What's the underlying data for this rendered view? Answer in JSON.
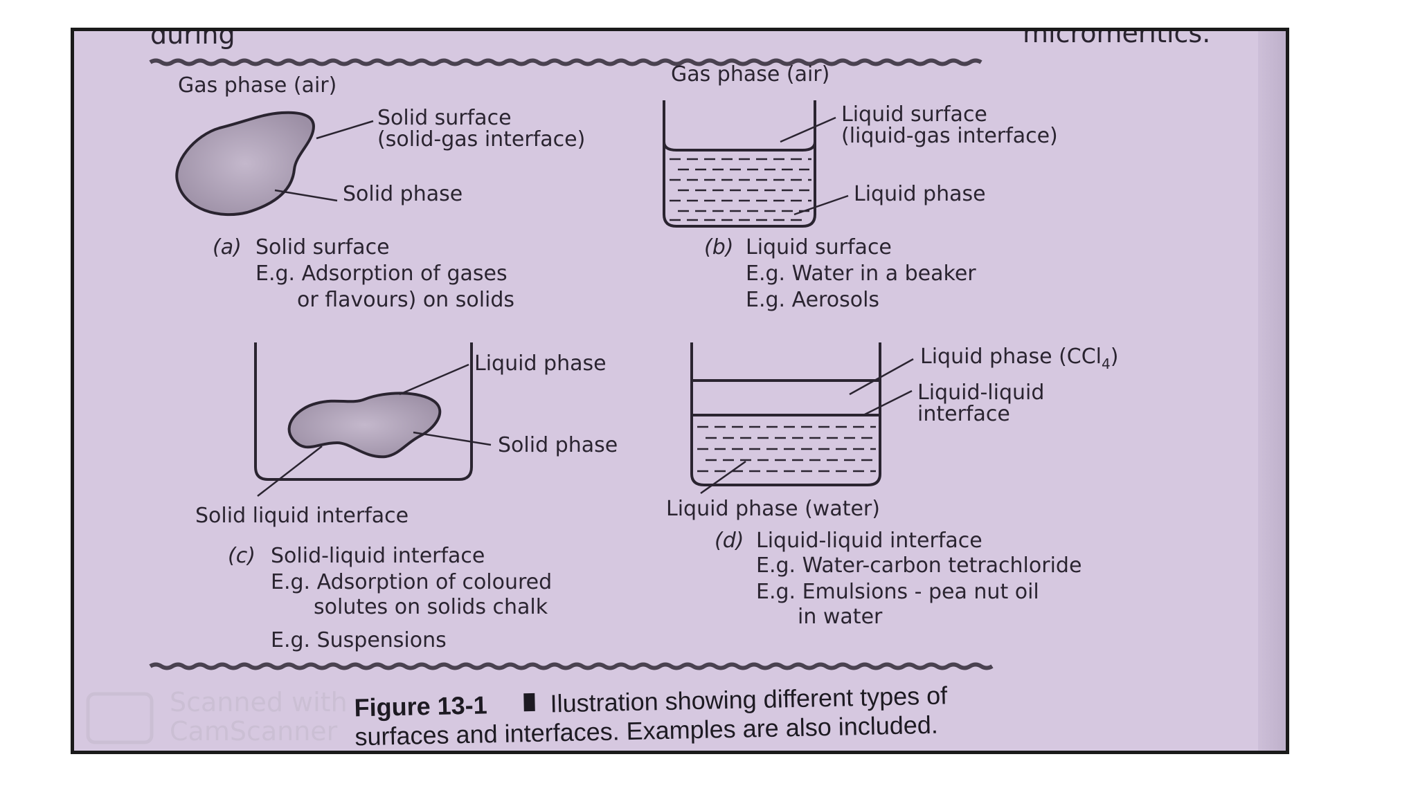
{
  "header_fragment": {
    "left": "during",
    "right": "micromeritics."
  },
  "panel_a": {
    "gas_label": "Gas phase (air)",
    "surface_label_1": "Solid surface",
    "surface_label_2": "(solid-gas interface)",
    "phase_label": "Solid phase",
    "caption_letter": "(a)",
    "caption_title": "Solid surface",
    "example_1": "E.g. Adsorption of gases",
    "example_2": "or flavours) on solids"
  },
  "panel_b": {
    "gas_label": "Gas phase (air)",
    "surface_label_1": "Liquid surface",
    "surface_label_2": "(liquid-gas interface)",
    "phase_label": "Liquid phase",
    "caption_letter": "(b)",
    "caption_title": "Liquid surface",
    "example_1": "E.g. Water in a beaker",
    "example_2": "E.g. Aerosols"
  },
  "panel_c": {
    "liquid_label": "Liquid phase",
    "solid_label": "Solid phase",
    "interface_label": "Solid liquid interface",
    "caption_letter": "(c)",
    "caption_title": "Solid-liquid interface",
    "example_1": "E.g. Adsorption of coloured",
    "example_2": "solutes on solids chalk",
    "example_3": "E.g. Suspensions"
  },
  "panel_d": {
    "top_label_prefix": "Liquid phase (CCl",
    "top_label_sub": "4",
    "top_label_suffix": ")",
    "interface_label_1": "Liquid-liquid",
    "interface_label_2": "interface",
    "bottom_label": "Liquid phase (water)",
    "caption_letter": "(d)",
    "caption_title": "Liquid-liquid interface",
    "example_1": "E.g. Water-carbon tetrachloride",
    "example_2": "E.g. Emulsions - pea nut oil",
    "example_3": "in water"
  },
  "figure_caption": {
    "number": "Figure 13-1",
    "line_1": "Ilustration showing different types of",
    "line_2": "surfaces and interfaces.  Examples are also included."
  },
  "watermark": {
    "line_1": "Scanned with",
    "line_2": "CamScanner"
  },
  "colors": {
    "page": "#d6c8e0",
    "ink": "#2a2430",
    "blob_fill": "#a89bb0"
  }
}
